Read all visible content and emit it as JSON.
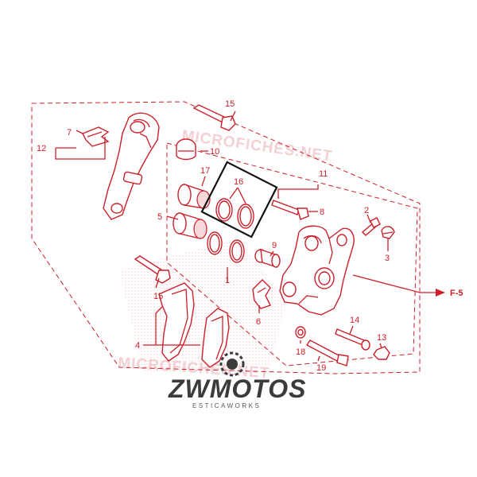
{
  "watermarks": {
    "top": "MICROFICHES.NET",
    "bottom": "MICROFICHES.NET"
  },
  "labels": {
    "p1": "1",
    "p2": "2",
    "p3": "3",
    "p4": "4",
    "p5": "5",
    "p6": "6",
    "p7": "7",
    "p8": "8",
    "p9": "9",
    "p10": "10",
    "p11": "11",
    "p12": "12",
    "p13": "13",
    "p14": "14",
    "p15a": "15",
    "p15b": "15",
    "p16": "16",
    "p17": "17",
    "p18": "18",
    "p19": "19",
    "ref": "F-5"
  },
  "logo": {
    "name": "ZWMOTOS",
    "tagline": "ESTICAWORKS"
  },
  "colors": {
    "line": "#cc1f2a",
    "highlight": "#111111",
    "logo": "#3b3b3b"
  }
}
